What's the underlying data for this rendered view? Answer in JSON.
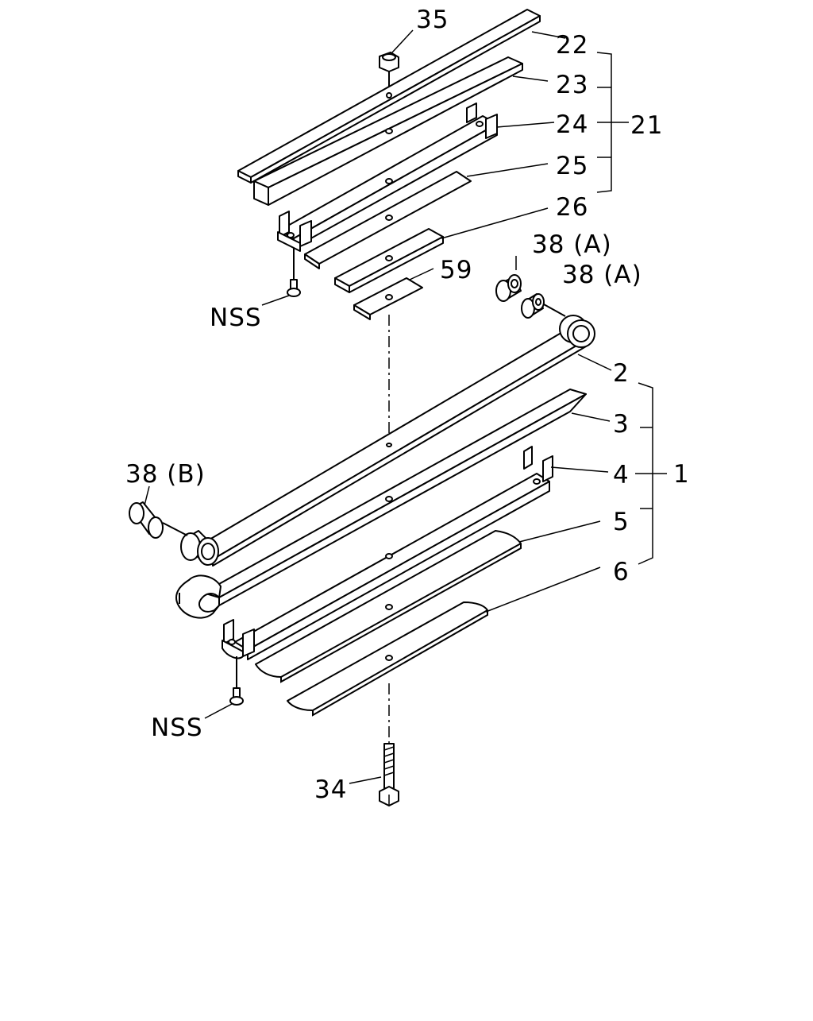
{
  "callouts": {
    "c35": "35",
    "c22": "22",
    "c23": "23",
    "c24": "24",
    "c25": "25",
    "c26": "26",
    "c21": "21",
    "c59": "59",
    "nss_upper": "NSS",
    "c38a_1": "38 (A)",
    "c38a_2": "38 (A)",
    "c2": "2",
    "c3": "3",
    "c4": "4",
    "c5": "5",
    "c6": "6",
    "c1": "1",
    "c38b": "38 (B)",
    "nss_lower": "NSS",
    "c34": "34"
  }
}
